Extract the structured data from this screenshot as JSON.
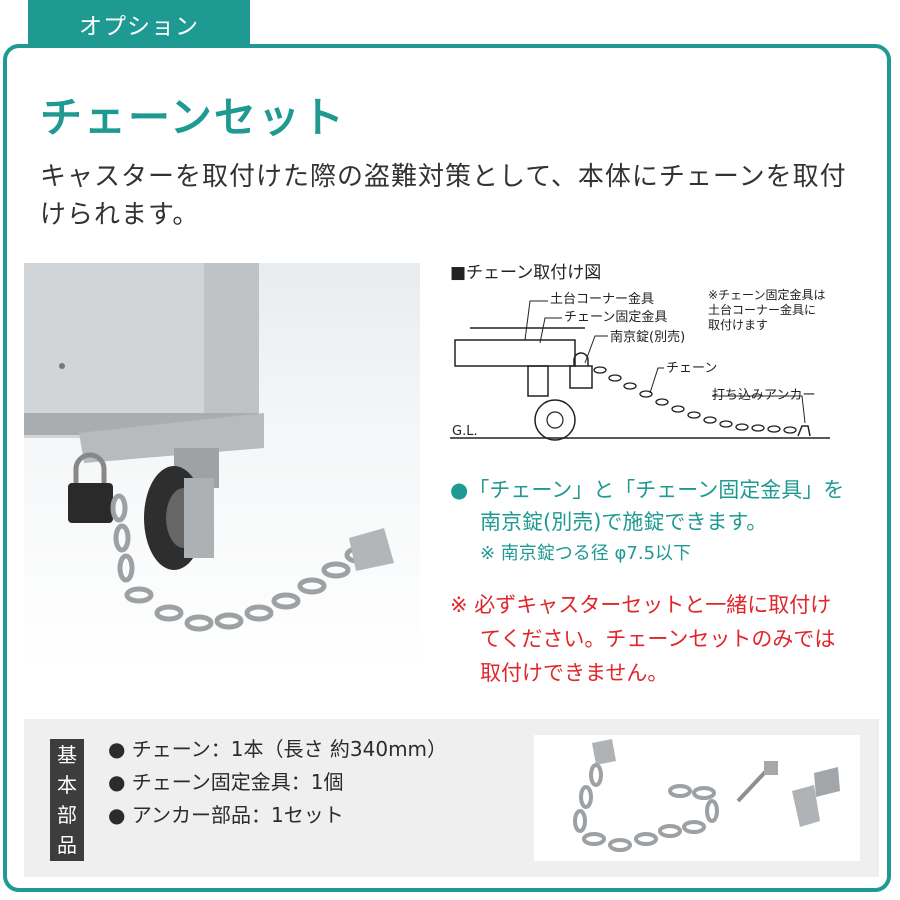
{
  "tab": "オプション",
  "title": "チェーンセット",
  "description": "キャスターを取付けた際の盗難対策として、本体にチェーンを取付けられます。",
  "diagram": {
    "heading": "■チェーン取付け図",
    "labels": {
      "dodai_corner": "土台コーナー金具",
      "chain_bracket": "チェーン固定金具",
      "padlock": "南京錠(別売)",
      "chain": "チェーン",
      "anchor": "打ち込みアンカー",
      "ground": "G.L."
    },
    "note": [
      "※チェーン固定金具は",
      "土台コーナー金具に",
      "取付けます"
    ]
  },
  "notes": {
    "bullet": "●",
    "main_line1": "「チェーン」と「チェーン固定金具」を",
    "main_line2": "南京錠(別売)で施錠できます。",
    "sub": "※ 南京錠つる径 φ7.5以下",
    "warning_line1": "※ 必ずキャスターセットと一緒に取付け",
    "warning_line2": "てください。チェーンセットのみでは",
    "warning_line3": "取付けできません。"
  },
  "parts": {
    "tag_chars": [
      "基",
      "本",
      "部",
      "品"
    ],
    "items": [
      "● チェーン：1本（長さ 約340mm）",
      "● チェーン固定金具：1個",
      "● アンカー部品：1セット"
    ]
  },
  "colors": {
    "teal": "#1f9a92",
    "red": "#e0262a",
    "dark": "#3d3d3d"
  }
}
